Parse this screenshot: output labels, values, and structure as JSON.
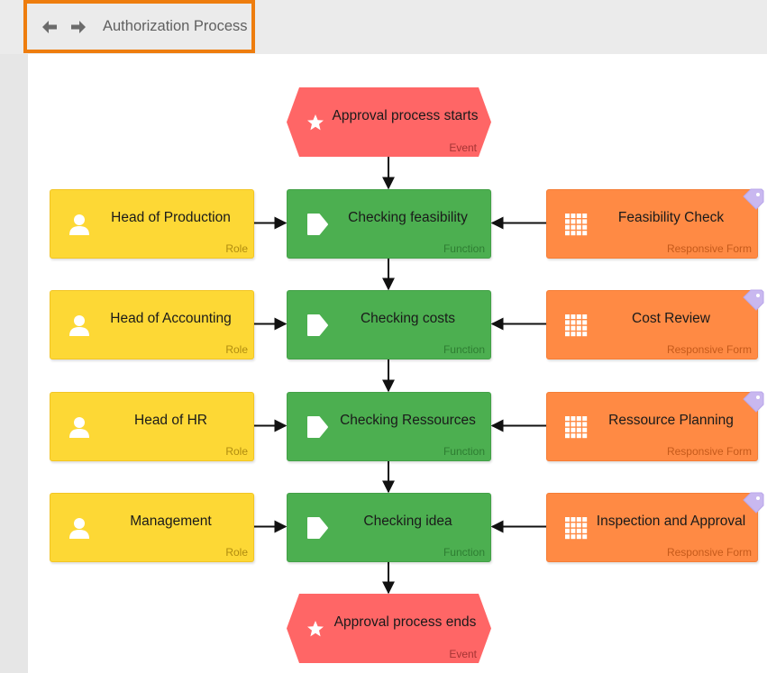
{
  "header": {
    "title": "Authorization Process",
    "back_icon": "arrow-left-icon",
    "forward_icon": "arrow-right-icon"
  },
  "colors": {
    "event": "#ff6666",
    "function": "#4caf50",
    "role": "#fdd835",
    "responsive_form": "#ff8a44",
    "highlight_border": "#ee7d0e"
  },
  "diagram": {
    "start_event": {
      "label": "Approval process starts",
      "type": "Event",
      "icon": "star-icon"
    },
    "end_event": {
      "label": "Approval process ends",
      "type": "Event",
      "icon": "star-icon"
    },
    "steps": [
      {
        "role": {
          "label": "Head of Production",
          "type": "Role",
          "icon": "person-icon"
        },
        "function": {
          "label": "Checking feasibility",
          "type": "Function",
          "icon": "play-icon"
        },
        "form": {
          "label": "Feasibility Check",
          "type": "Responsive Form",
          "icon": "grid-icon"
        }
      },
      {
        "role": {
          "label": "Head of Accounting",
          "type": "Role",
          "icon": "person-icon"
        },
        "function": {
          "label": "Checking costs",
          "type": "Function",
          "icon": "play-icon"
        },
        "form": {
          "label": "Cost Review",
          "type": "Responsive Form",
          "icon": "grid-icon"
        }
      },
      {
        "role": {
          "label": "Head of HR",
          "type": "Role",
          "icon": "person-icon"
        },
        "function": {
          "label": "Checking Ressources",
          "type": "Function",
          "icon": "play-icon"
        },
        "form": {
          "label": "Ressource Planning",
          "type": "Responsive Form",
          "icon": "grid-icon"
        }
      },
      {
        "role": {
          "label": "Management",
          "type": "Role",
          "icon": "person-icon"
        },
        "function": {
          "label": "Checking idea",
          "type": "Function",
          "icon": "play-icon"
        },
        "form": {
          "label": "Inspection and Approval",
          "type": "Responsive Form",
          "icon": "grid-icon"
        }
      }
    ]
  }
}
